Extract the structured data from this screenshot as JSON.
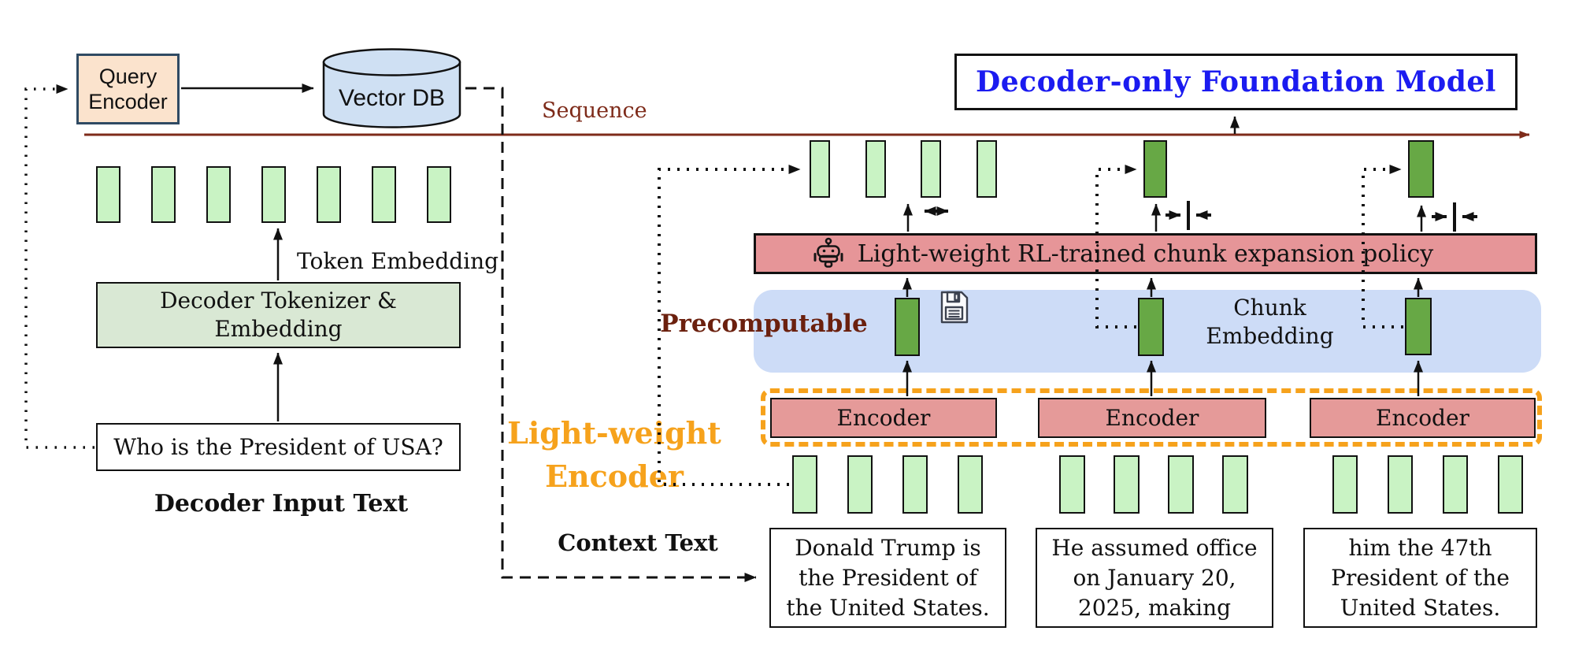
{
  "header": {
    "foundation_model_title": "Decoder-only Foundation Model",
    "sequence_label": "Sequence"
  },
  "retrieval": {
    "query_encoder_line1": "Query",
    "query_encoder_line2": "Encoder",
    "vector_db_label": "Vector DB"
  },
  "decoder_input": {
    "token_embedding_label": "Token Embedding",
    "tokenizer_line1": "Decoder Tokenizer &",
    "tokenizer_line2": "Embedding",
    "question_text": "Who is the President of USA?",
    "caption": "Decoder Input Text"
  },
  "policy": {
    "label": "Light-weight RL-trained chunk expansion policy"
  },
  "precompute": {
    "label": "Precomputable",
    "chunk_embedding_line1": "Chunk",
    "chunk_embedding_line2": "Embedding"
  },
  "encoder_section": {
    "caption_line1": "Light-weight",
    "caption_line2": "Encoder",
    "encoder_labels": [
      "Encoder",
      "Encoder",
      "Encoder"
    ]
  },
  "context": {
    "caption": "Context Text",
    "chunks": [
      {
        "lines": [
          "Donald Trump is",
          "the President of",
          "the United States."
        ]
      },
      {
        "lines": [
          "He assumed office",
          "on January 20,",
          "2025, making"
        ]
      },
      {
        "lines": [
          "him the 47th",
          "President of the",
          "United States."
        ]
      }
    ]
  },
  "icons": {
    "robot": "🤖",
    "floppy_disk": "💾",
    "expand_width": "↔",
    "collapse_width": "→|←"
  },
  "colors": {
    "title_blue": "#1b1bf0",
    "sequence_maroon": "#7e2b1a",
    "precomputable_maroon": "#6b200e",
    "accent_orange": "#f6a21c",
    "encoder_pink": "#e59a99",
    "token_bar_light_green": "#c9f3c4",
    "chunk_bar_dark_green": "#67a845",
    "tokenizer_sage": "#d9e8d4",
    "query_encoder_peach": "#fbe3cd",
    "vector_db_blue": "#cfe0f3",
    "precompute_blue": "#cddcf7"
  }
}
